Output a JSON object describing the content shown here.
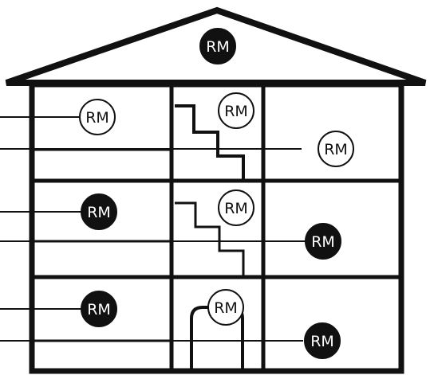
{
  "colors": {
    "ink": "#111111",
    "paper": "#ffffff"
  },
  "markers": [
    {
      "label": "RM",
      "style": "filled"
    },
    {
      "label": "RM",
      "style": "outline"
    },
    {
      "label": "RM",
      "style": "outline"
    },
    {
      "label": "RM",
      "style": "outline"
    },
    {
      "label": "RM",
      "style": "filled"
    },
    {
      "label": "RM",
      "style": "outline"
    },
    {
      "label": "RM",
      "style": "filled"
    },
    {
      "label": "RM",
      "style": "filled"
    },
    {
      "label": "RM",
      "style": "outline"
    },
    {
      "label": "RM",
      "style": "filled"
    }
  ]
}
